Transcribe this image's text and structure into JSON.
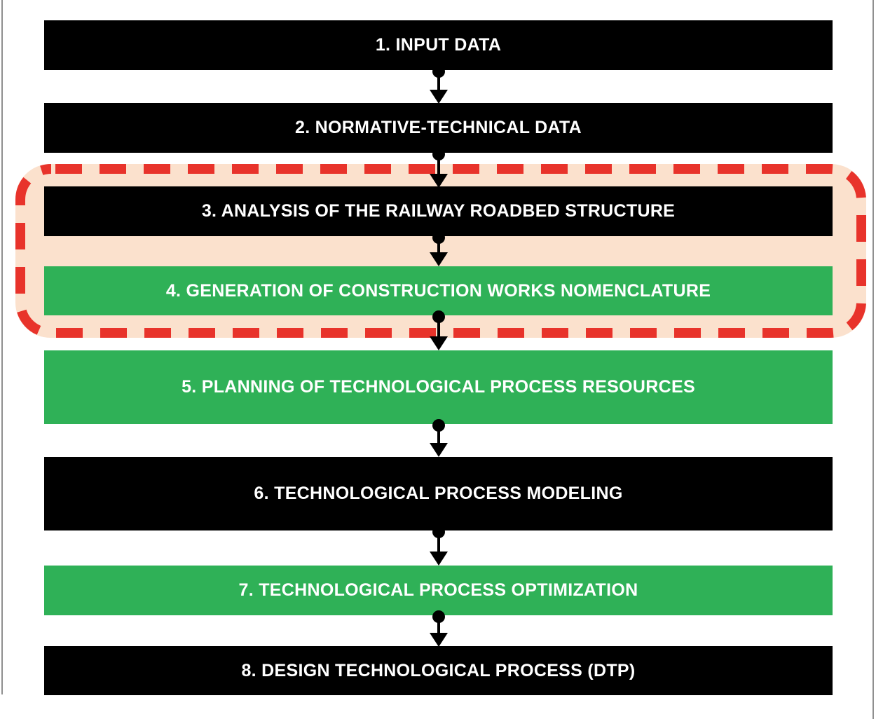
{
  "diagram": {
    "steps": [
      {
        "label": "1. INPUT DATA",
        "color": "black",
        "highlighted": false
      },
      {
        "label": "2. NORMATIVE-TECHNICAL DATA",
        "color": "black",
        "highlighted": false
      },
      {
        "label": "3. ANALYSIS OF THE RAILWAY ROADBED STRUCTURE",
        "color": "black",
        "highlighted": true
      },
      {
        "label": "4. GENERATION OF CONSTRUCTION WORKS NOMENCLATURE",
        "color": "green",
        "highlighted": true
      },
      {
        "label": "5. PLANNING OF TECHNOLOGICAL PROCESS RESOURCES",
        "color": "green",
        "highlighted": false
      },
      {
        "label": "6. TECHNOLOGICAL PROCESS MODELING",
        "color": "black",
        "highlighted": false
      },
      {
        "label": "7. TECHNOLOGICAL PROCESS OPTIMIZATION",
        "color": "green",
        "highlighted": false
      },
      {
        "label": "8. DESIGN TECHNOLOGICAL PROCESS (DTP)",
        "color": "black",
        "highlighted": false
      }
    ],
    "colors": {
      "black_bar": "#000000",
      "green_bar": "#2fb157",
      "bar_text": "#ffffff",
      "highlight_fill": "#fbe1cd",
      "highlight_border": "#e8332b",
      "arrow": "#000000"
    }
  }
}
